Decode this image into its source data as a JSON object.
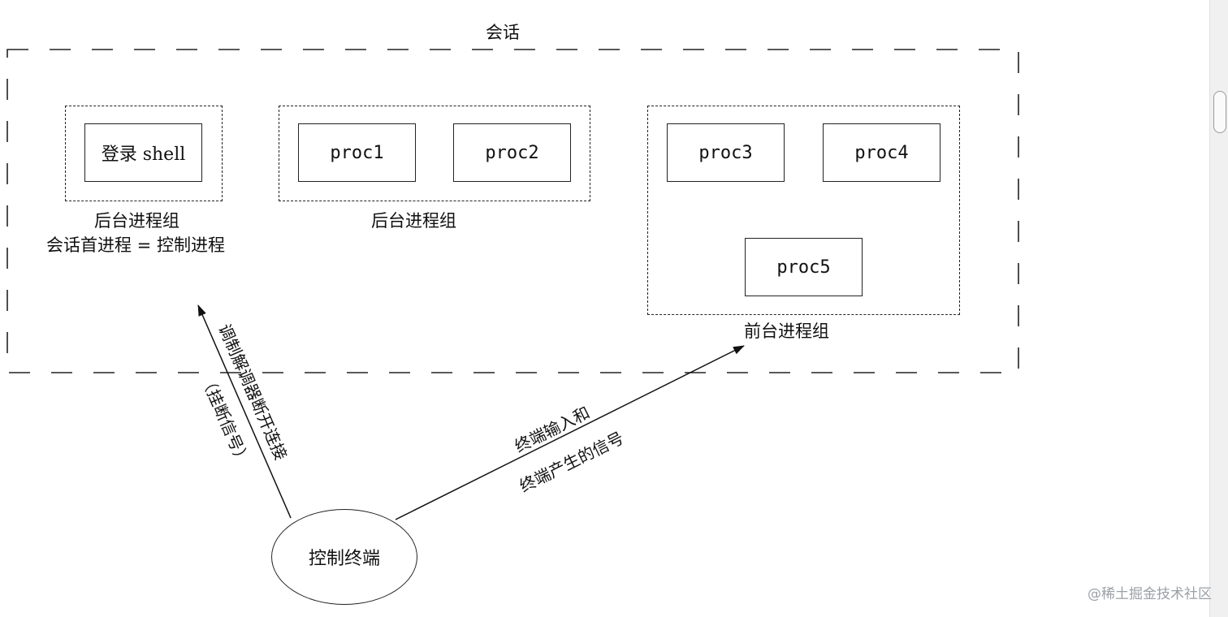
{
  "session": {
    "label": "会话"
  },
  "groups": {
    "left": {
      "caption": "后台进程组",
      "sub_caption": "会话首进程 = 控制进程",
      "procs": [
        "登录 shell"
      ]
    },
    "middle": {
      "caption": "后台进程组",
      "procs": [
        "proc1",
        "proc2"
      ]
    },
    "right": {
      "caption": "前台进程组",
      "procs": [
        "proc3",
        "proc4",
        "proc5"
      ]
    }
  },
  "terminal": {
    "label": "控制终端"
  },
  "arrows": {
    "hangup": {
      "line1": "调制解调器断开连接",
      "line2": "（挂断信号）"
    },
    "input": {
      "line1": "终端输入和",
      "line2": "终端产生的信号"
    }
  },
  "watermark": "@稀土掘金技术社区"
}
